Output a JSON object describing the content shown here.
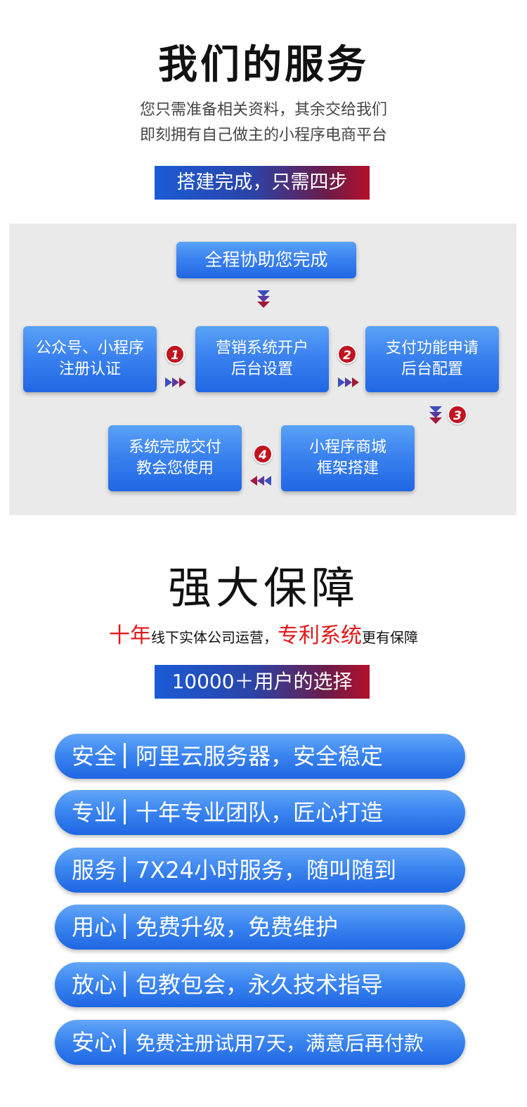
{
  "services": {
    "title": "我们的服务",
    "subtitle_line1": "您只需准备相关资料，其余交给我们",
    "subtitle_line2": "即刻拥有自己做主的小程序电商平台",
    "banner": "搭建完成，只需四步"
  },
  "process": {
    "top_box": "全程协助您完成",
    "steps": [
      {
        "line1": "公众号、小程序",
        "line2": "注册认证"
      },
      {
        "line1": "营销系统开户",
        "line2": "后台设置"
      },
      {
        "line1": "支付功能申请",
        "line2": "后台配置"
      },
      {
        "line1": "小程序商城",
        "line2": "框架搭建"
      },
      {
        "line1": "系统完成交付",
        "line2": "教会您使用"
      }
    ],
    "badges": [
      "1",
      "2",
      "3",
      "4"
    ]
  },
  "guarantee": {
    "title": "强大保障",
    "slogan_red1": "十年",
    "slogan_mid": "线下实体公司运营，",
    "slogan_red2": "专利系统",
    "slogan_end": "更有保障",
    "banner": "10000＋用户的选择",
    "items": [
      {
        "tag": "安全",
        "text": "阿里云服务器，安全稳定"
      },
      {
        "tag": "专业",
        "text": "十年专业团队，匠心打造"
      },
      {
        "tag": "服务",
        "text": "7X24小时服务，随叫随到"
      },
      {
        "tag": "用心",
        "text": "免费升级，免费维护"
      },
      {
        "tag": "放心",
        "text": "包教包会，永久技术指导"
      },
      {
        "tag": "安心",
        "text": "免费注册试用7天，满意后再付款"
      }
    ]
  },
  "colors": {
    "accent_blue": "#3b82f0",
    "accent_red": "#c0141f",
    "slogan_red": "#e01818",
    "panel_grey": "#eaeaea"
  }
}
